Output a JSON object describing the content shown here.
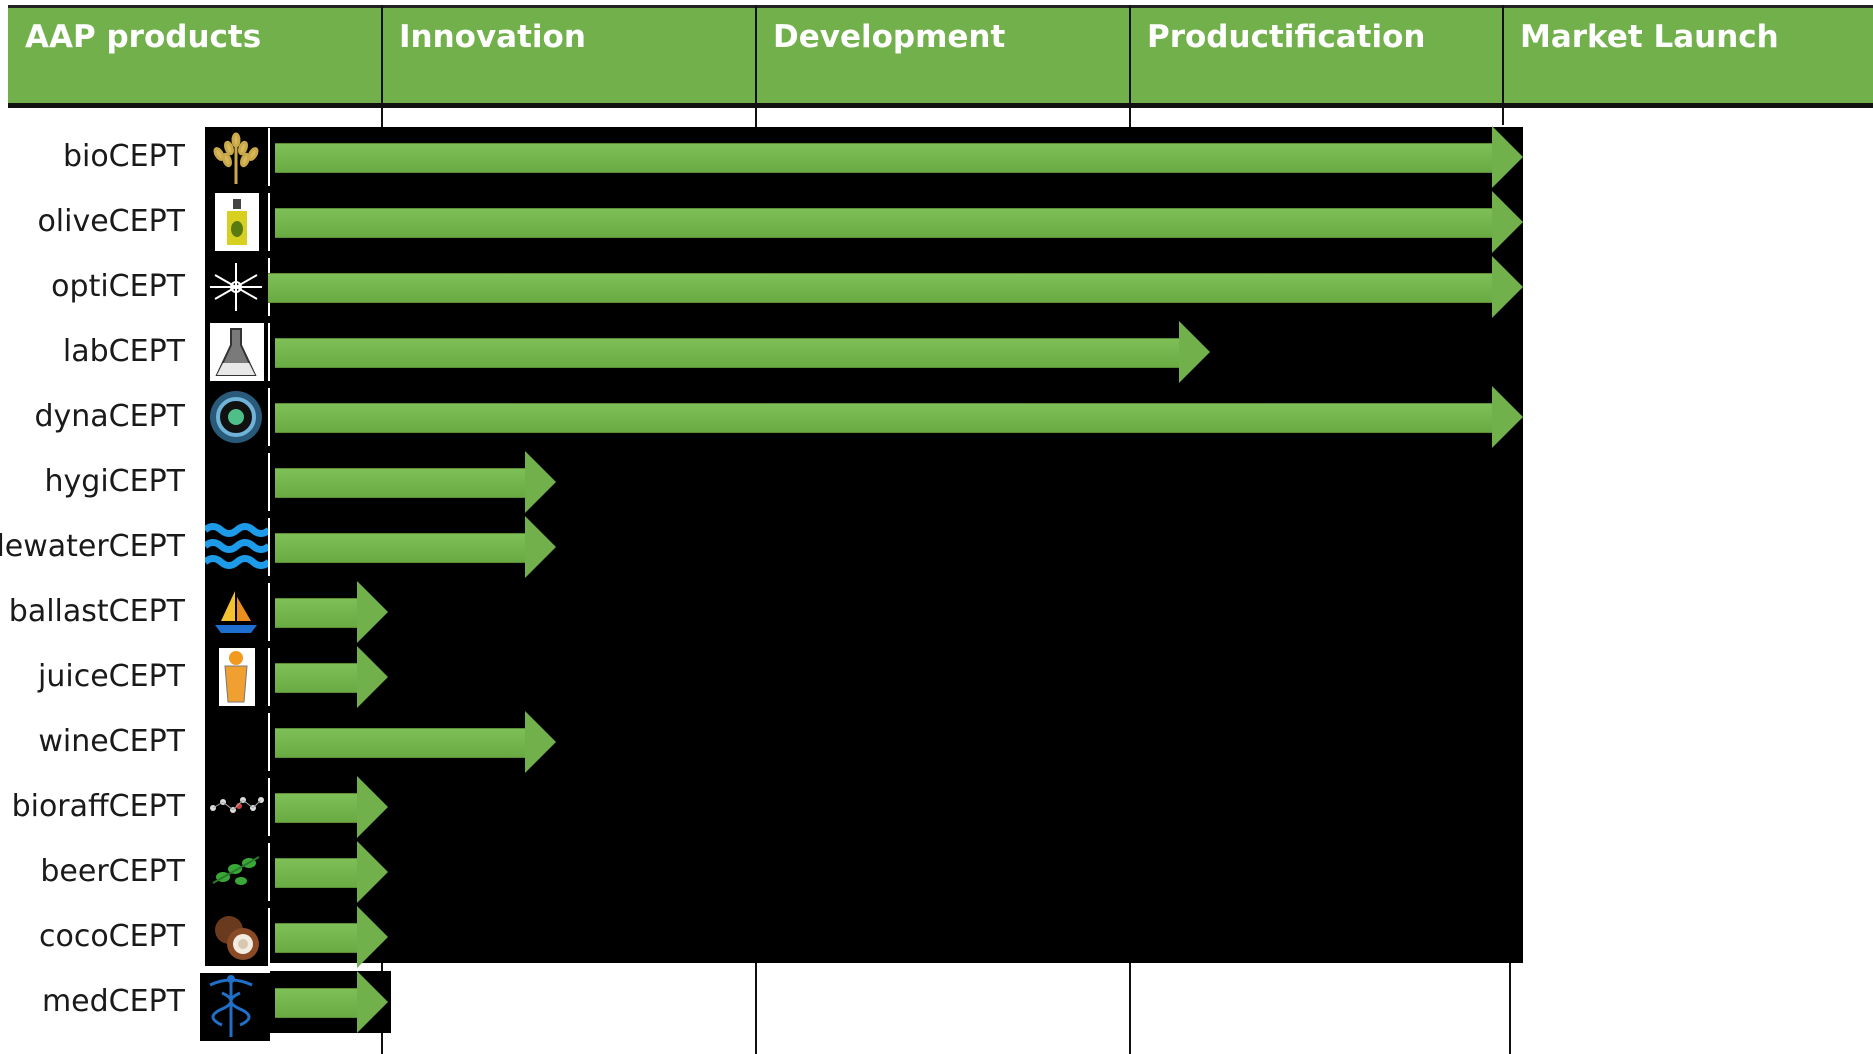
{
  "header": {
    "columns": [
      "AAP products",
      "Innovation",
      "Development",
      "Productification",
      "Market Launch"
    ]
  },
  "stage_names": [
    "Innovation",
    "Development",
    "Productification",
    "Market Launch"
  ],
  "products": [
    {
      "name": "bioCEPT",
      "icon": "wheat-icon",
      "stage_reached": 4
    },
    {
      "name": "oliveCEPT",
      "icon": "olive-oil-bottle-icon",
      "stage_reached": 4
    },
    {
      "name": "optiCEPT",
      "icon": "snowflake-icon",
      "stage_reached": 4
    },
    {
      "name": "labCEPT",
      "icon": "lab-flask-icon",
      "stage_reached": 3.25
    },
    {
      "name": "dynaCEPT",
      "icon": "recycle-globe-icon",
      "stage_reached": 4
    },
    {
      "name": "hygiCEPT",
      "icon": "blank-icon",
      "stage_reached": 1
    },
    {
      "name": "dewaterCEPT",
      "icon": "water-waves-icon",
      "stage_reached": 1
    },
    {
      "name": "ballastCEPT",
      "icon": "sailboat-icon",
      "stage_reached": 0.25
    },
    {
      "name": "juiceCEPT",
      "icon": "juice-glass-icon",
      "stage_reached": 0.25
    },
    {
      "name": "wineCEPT",
      "icon": "blank-icon",
      "stage_reached": 1
    },
    {
      "name": "bioraffCEPT",
      "icon": "molecules-icon",
      "stage_reached": 0.25
    },
    {
      "name": "beerCEPT",
      "icon": "hops-icon",
      "stage_reached": 0.25
    },
    {
      "name": "cocoCEPT",
      "icon": "coconut-icon",
      "stage_reached": 0.25
    },
    {
      "name": "medCEPT",
      "icon": "caduceus-icon",
      "stage_reached": 0.25
    }
  ],
  "colors": {
    "accent": "#71b04b",
    "background": "#000000",
    "header_text": "#ffffff"
  }
}
